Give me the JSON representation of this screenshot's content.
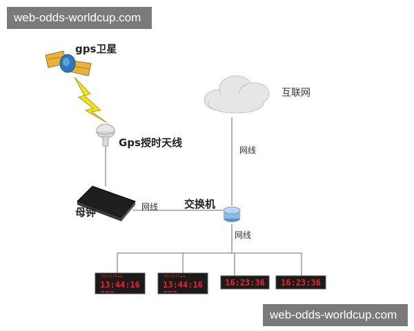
{
  "watermarks": {
    "top": "web-odds-worldcup.com",
    "bottom": "web-odds-worldcup.com"
  },
  "nodes": {
    "satellite": "gps卫星",
    "antenna": "Gps授时天线",
    "internet": "互联网",
    "switch": "交换机",
    "master_clock": "母钟"
  },
  "links": {
    "internet_switch": "网线",
    "master_switch": "网线",
    "switch_clocks": "网线"
  },
  "clocks": [
    {
      "time": "13:44:16",
      "style": "detailed"
    },
    {
      "time": "13:44:16",
      "style": "detailed"
    },
    {
      "time": "16:23:36",
      "style": "plain"
    },
    {
      "time": "16:23:36",
      "style": "plain"
    }
  ],
  "colors": {
    "line": "#8a8a8a",
    "led": "#e8262a",
    "panel": "#1b1b1b",
    "lightning": "#f2e21a",
    "solar": "#e9b23a",
    "switch": "#8db8e2"
  }
}
